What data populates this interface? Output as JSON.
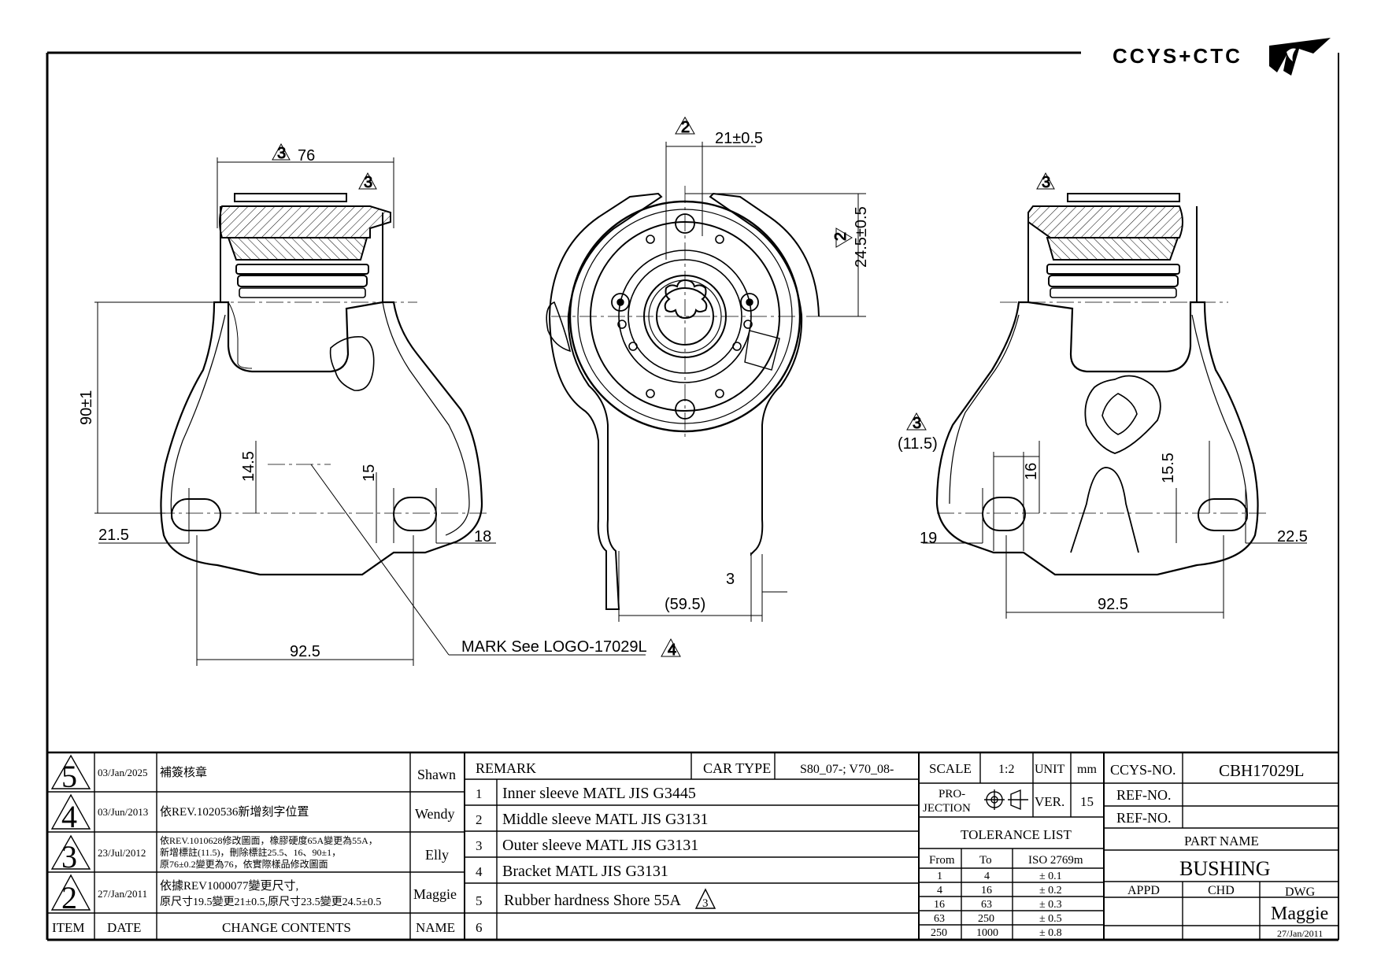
{
  "logo": {
    "text": "CCYS+CTC"
  },
  "dimensions": {
    "width_76": "76",
    "height_90": "90±1",
    "d_14_5": "14.5",
    "d_15": "15",
    "d_21_5": "21.5",
    "d_18": "18",
    "d_92_5_left": "92.5",
    "d_21": "21±0.5",
    "d_24_5": "24.5±0.5",
    "d_3": "3",
    "d_59_5": "(59.5)",
    "d_11_5": "(11.5)",
    "d_16": "16",
    "d_15_5": "15.5",
    "d_19": "19",
    "d_22_5": "22.5",
    "d_92_5_right": "92.5",
    "mark_note": "MARK See LOGO-17029L"
  },
  "revision_marks": {
    "r2": "2",
    "r3": "3",
    "r4": "4"
  },
  "revisions": [
    {
      "item": "5",
      "date": "03/Jan/2025",
      "lines": [
        "補簽核章"
      ],
      "name": "Shawn"
    },
    {
      "item": "4",
      "date": "03/Jun/2013",
      "lines": [
        "依REV.1020536新增刻字位置"
      ],
      "name": "Wendy"
    },
    {
      "item": "3",
      "date": "23/Jul/2012",
      "lines": [
        "依REV.1010628修改圖面，橡膠硬度65A變更為55A，",
        "新增標註(11.5)，刪除標註25.5、16、90±1，",
        "原76±0.2變更為76，依實際樣品修改圖面"
      ],
      "name": "Elly"
    },
    {
      "item": "2",
      "date": "27/Jan/2011",
      "lines": [
        "依據REV1000077變更尺寸,",
        "原尺寸19.5變更21±0.5,原尺寸23.5變更24.5±0.5"
      ],
      "name": "Maggie"
    }
  ],
  "revision_header": {
    "item": "ITEM",
    "date": "DATE",
    "changes": "CHANGE CONTENTS",
    "name": "NAME"
  },
  "remarks": {
    "header": "REMARK",
    "car_type_label": "CAR TYPE",
    "car_type_value": "S80_07-; V70_08-",
    "rows": [
      {
        "no": "1",
        "text": "Inner sleeve MATL JIS G3445"
      },
      {
        "no": "2",
        "text": "Middle sleeve MATL JIS G3131"
      },
      {
        "no": "3",
        "text": "Outer sleeve MATL JIS G3131"
      },
      {
        "no": "4",
        "text": "Bracket MATL JIS G3131"
      },
      {
        "no": "5",
        "text": "Rubber hardness Shore 55A"
      },
      {
        "no": "6",
        "text": ""
      }
    ],
    "row5_mark": "3"
  },
  "scale": {
    "label": "SCALE",
    "value": "1:2",
    "unit_label": "UNIT",
    "unit_value": "mm"
  },
  "projection": {
    "label_1": "PRO-",
    "label_2": "JECTION",
    "ver_label": "VER.",
    "ver_value": "15"
  },
  "tolerance": {
    "title": "TOLERANCE LIST",
    "headers": [
      "From",
      "To",
      "ISO 2769m"
    ],
    "rows": [
      [
        "1",
        "4",
        "± 0.1"
      ],
      [
        "4",
        "16",
        "± 0.2"
      ],
      [
        "16",
        "63",
        "± 0.3"
      ],
      [
        "63",
        "250",
        "± 0.5"
      ],
      [
        "250",
        "1000",
        "± 0.8"
      ]
    ]
  },
  "part": {
    "ccys_label": "CCYS-NO.",
    "ccys_value": "CBH17029L",
    "ref1_label": "REF-NO.",
    "ref1_value": "",
    "ref2_label": "REF-NO.",
    "ref2_value": "",
    "name_label": "PART NAME",
    "name_value": "BUSHING",
    "appd_label": "APPD",
    "chd_label": "CHD",
    "dwg_label": "DWG",
    "dwg_name": "Maggie",
    "dwg_date": "27/Jan/2011"
  }
}
